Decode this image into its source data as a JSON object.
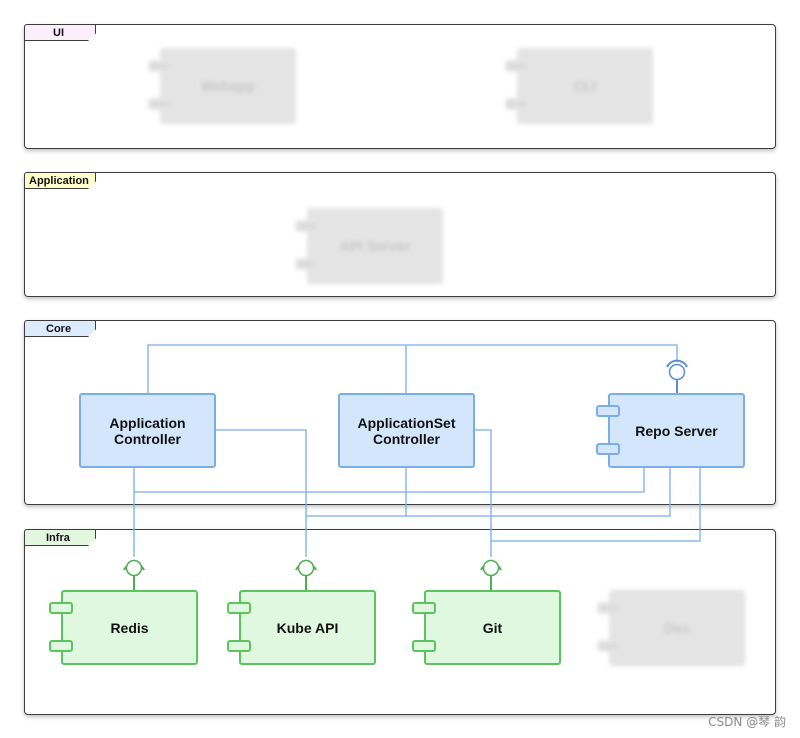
{
  "layers": {
    "ui": "UI",
    "application": "Application",
    "core": "Core",
    "infra": "Infra"
  },
  "components": {
    "webapp": "Webapp",
    "cli": "CLI",
    "api_server": "API Server",
    "application_controller": "Application\nController",
    "applicationset_controller": "ApplicationSet\nController",
    "repo_server": "Repo Server",
    "redis": "Redis",
    "kube_api": "Kube API",
    "git": "Git",
    "dex": "Dex"
  },
  "colors": {
    "ui_tab": "#fdeefb",
    "application_tab": "#ffffc9",
    "core_component": "#d4e6fc",
    "infra_component": "#e0f8df",
    "connector": "#79aee8"
  },
  "watermark": "CSDN @琴 韵"
}
